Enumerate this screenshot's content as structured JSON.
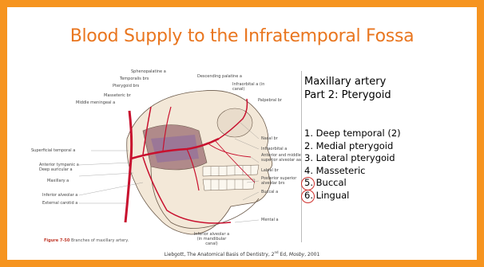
{
  "title": "Blood Supply to the Infratemporal Fossa",
  "heading": {
    "line1": "Maxillary artery",
    "line2": "Part 2: Pterygoid"
  },
  "list": [
    {
      "num": "1.",
      "text": " Deep temporal (2)",
      "circled": false
    },
    {
      "num": "2.",
      "text": " Medial pterygoid",
      "circled": false
    },
    {
      "num": "3.",
      "text": " Lateral pterygoid",
      "circled": false
    },
    {
      "num": "4.",
      "text": " Masseteric",
      "circled": false
    },
    {
      "num": "5.",
      "text": " Buccal",
      "circled": true
    },
    {
      "num": "6.",
      "text": " Lingual",
      "circled": true
    }
  ],
  "figure": {
    "labels_top": [
      "Sphenopalatine a",
      "Temporalis brs",
      "Pterygoid brs",
      "Masseteric br",
      "Middle meningeal a",
      "Descending palatine a",
      "Infraorbital a (in canal)",
      "Palpebral br"
    ],
    "labels_left": [
      "Superficial temporal a",
      "Anterior tympanic a",
      "Deep auricular a",
      "Maxillary a",
      "Inferior alveolar a",
      "External carotid a"
    ],
    "labels_right": [
      "Nasal br",
      "Infraorbital a",
      "Anterior and middle superior alveolar aa",
      "Labial br",
      "Posterior superior alveolar brs",
      "Buccal a",
      "Mental a"
    ],
    "label_bottom": "Inferior alveolar a (in mandibular canal)",
    "caption_fig": "Figure 7-50",
    "caption_text": "Branches of maxillary artery."
  },
  "citation": {
    "before": "Liebgott, The Anatomical Basis of Dentistry, 2",
    "sup": "nd",
    "middle": " Ed, ",
    "italic": "Mosby",
    "after": ", 2001"
  },
  "colors": {
    "border": "#f6941f",
    "title": "#e9761f",
    "circle": "#d0312d",
    "artery": "#c8102e"
  }
}
